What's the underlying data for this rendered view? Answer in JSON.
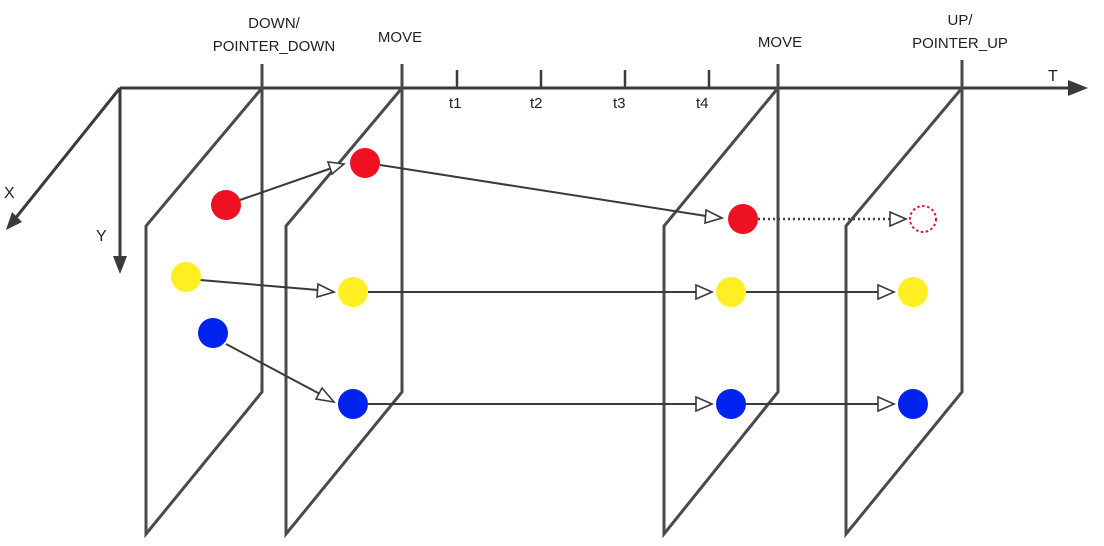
{
  "axes": {
    "t_label": "T",
    "x_label": "X",
    "y_label": "Y"
  },
  "ticks": [
    "t1",
    "t2",
    "t3",
    "t4"
  ],
  "events": [
    {
      "line1": "DOWN/",
      "line2": "POINTER_DOWN"
    },
    {
      "line1": "MOVE",
      "line2": ""
    },
    {
      "line1": "MOVE",
      "line2": ""
    },
    {
      "line1": "UP/",
      "line2": "POINTER_UP"
    }
  ],
  "colors": {
    "red": "#ee1122",
    "yellow": "#ffee22",
    "blue": "#0022ee",
    "line": "#3a3a3a"
  },
  "pointers": [
    {
      "name": "red",
      "ended": true
    },
    {
      "name": "yellow",
      "ended": false
    },
    {
      "name": "blue",
      "ended": false
    }
  ]
}
